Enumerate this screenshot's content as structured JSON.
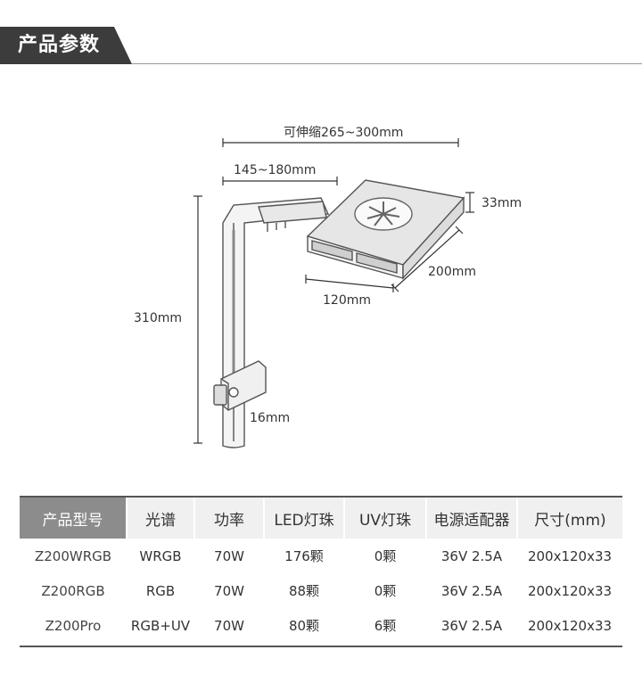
{
  "header": {
    "title": "产品参数"
  },
  "dimensions": {
    "extend_range": "可伸缩265~300mm",
    "arm_range": "145~180mm",
    "height_light": "33mm",
    "length_200": "200mm",
    "width_120": "120mm",
    "total_height": "310mm",
    "clamp_width": "16mm"
  },
  "specs": {
    "headers": [
      "产品型号",
      "光谱",
      "功率",
      "LED灯珠",
      "UV灯珠",
      "电源适配器",
      "尺寸(mm)"
    ],
    "rows": [
      [
        "Z200WRGB",
        "WRGB",
        "70W",
        "176颗",
        "0颗",
        "36V 2.5A",
        "200x120x33"
      ],
      [
        "Z200RGB",
        "RGB",
        "70W",
        "88颗",
        "0颗",
        "36V 2.5A",
        "200x120x33"
      ],
      [
        "Z200Pro",
        "RGB+UV",
        "70W",
        "80颗",
        "6颗",
        "36V 2.5A",
        "200x120x33"
      ]
    ]
  },
  "colors": {
    "header_bg": "#3c3c3c",
    "table_head_dark": "#8c8c8c",
    "table_head_light": "#f0f0f0"
  }
}
